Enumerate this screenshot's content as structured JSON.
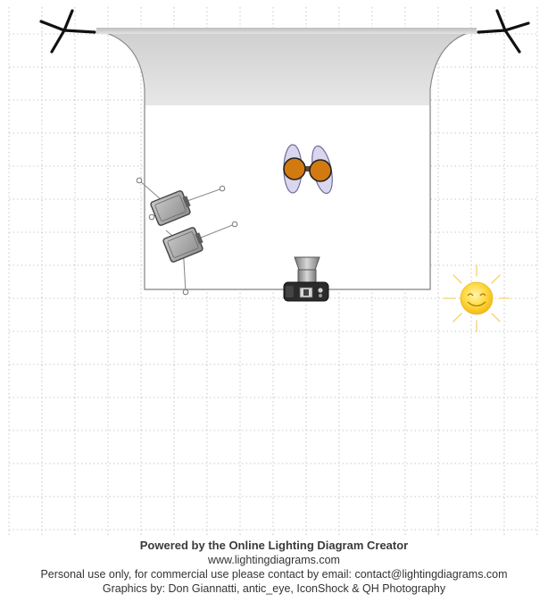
{
  "diagram": {
    "items": [
      {
        "kind": "stand",
        "name": "backdrop-stand-left"
      },
      {
        "kind": "stand",
        "name": "backdrop-stand-right"
      },
      {
        "kind": "backdrop",
        "name": "white-seamless-backdrop"
      },
      {
        "kind": "subject",
        "name": "subject-person-top-view"
      },
      {
        "kind": "softbox",
        "name": "softbox-light-upper"
      },
      {
        "kind": "softbox",
        "name": "softbox-light-lower"
      },
      {
        "kind": "camera",
        "name": "camera-with-lens"
      },
      {
        "kind": "sun",
        "name": "sun-icon"
      }
    ],
    "colors": {
      "grid": "#b9b9b9",
      "backdrop_edge": "#8a8a8a",
      "subject_hair": "#d27a10",
      "sun_core": "#ffd83a",
      "sun_rays": "#f5d26b"
    }
  },
  "footer": {
    "powered": "Powered by the Online Lighting Diagram Creator",
    "website": "www.lightingdiagrams.com",
    "license": "Personal use only, for commercial use please contact by email: contact@lightingdiagrams.com",
    "credits": "Graphics by: Don Giannatti, antic_eye, IconShock & QH Photography"
  }
}
